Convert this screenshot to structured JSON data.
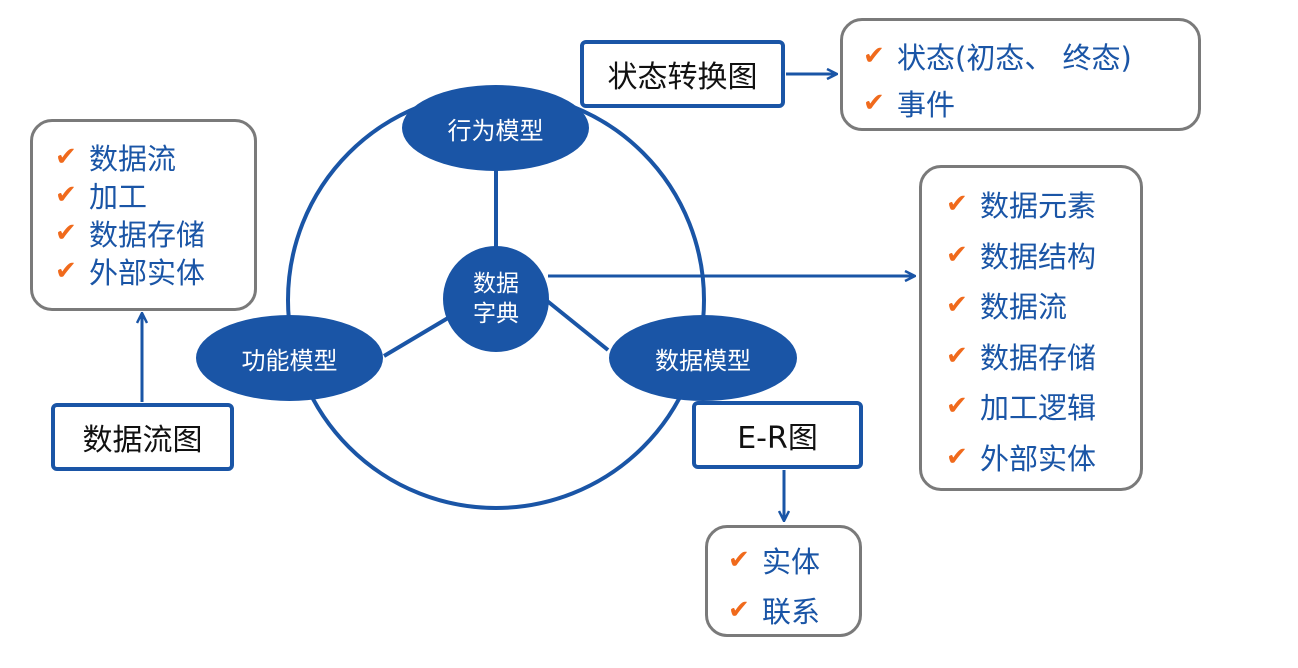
{
  "colors": {
    "accent": "#1a55a6",
    "check": "#f06a1c",
    "list_border": "#7a7a7a",
    "text": "#111111"
  },
  "icons": {
    "check": "✔"
  },
  "nodes": {
    "behavior_model": "行为模型",
    "function_model": "功能模型",
    "data_model": "数据模型",
    "data_dictionary_line1": "数据",
    "data_dictionary_line2": "字典"
  },
  "diagrams": {
    "state_transition": "状态转换图",
    "data_flow": "数据流图",
    "er": "E-R图"
  },
  "lists": {
    "state_items": [
      "状态(初态、 终态)",
      "事件"
    ],
    "dfd_items": [
      "数据流",
      "加工",
      "数据存储",
      "外部实体"
    ],
    "dictionary_items": [
      "数据元素",
      "数据结构",
      "数据流",
      "数据存储",
      "加工逻辑",
      "外部实体"
    ],
    "er_items": [
      "实体",
      "联系"
    ]
  }
}
